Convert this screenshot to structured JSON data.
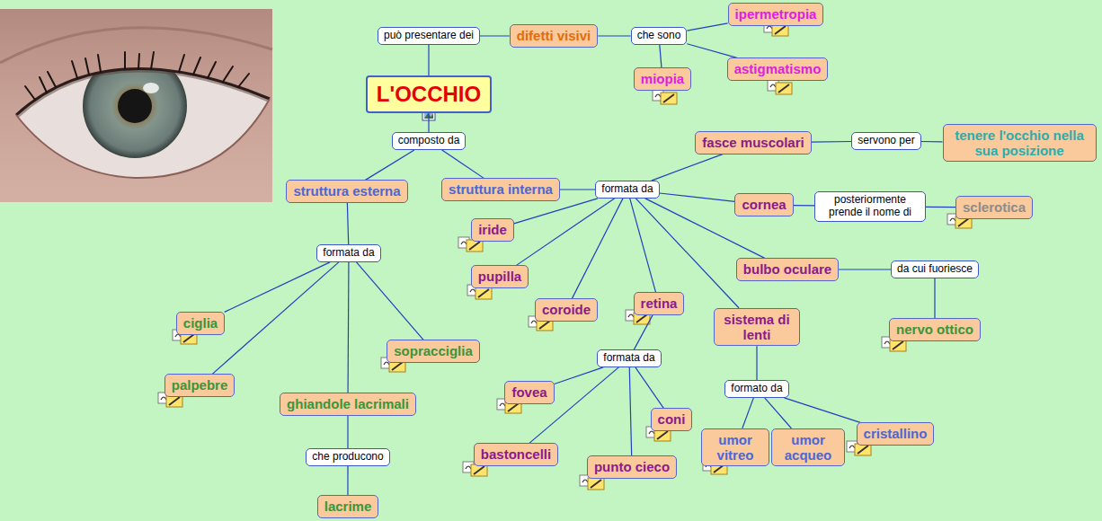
{
  "diagram": {
    "nodes": [
      {
        "text": [
          "L'OCCHIO"
        ]
      },
      {
        "text": [
          "può presentare dei"
        ]
      },
      {
        "text": [
          "difetti visivi"
        ]
      },
      {
        "text": [
          "che sono"
        ]
      },
      {
        "text": [
          "ipermetropia"
        ]
      },
      {
        "text": [
          "miopia"
        ]
      },
      {
        "text": [
          "astigmatismo"
        ]
      },
      {
        "text": [
          "composto da"
        ]
      },
      {
        "text": [
          "struttura esterna"
        ]
      },
      {
        "text": [
          "struttura interna"
        ]
      },
      {
        "text": [
          "formata da"
        ]
      },
      {
        "text": [
          "fasce muscolari"
        ]
      },
      {
        "text": [
          "servono per"
        ]
      },
      {
        "text": [
          "tenere l'occhio nella sua posizione"
        ]
      },
      {
        "text": [
          "cornea"
        ]
      },
      {
        "text": [
          "posteriormente prende il nome di"
        ]
      },
      {
        "text": [
          "sclerotica"
        ]
      },
      {
        "text": [
          "iride"
        ]
      },
      {
        "text": [
          "pupilla"
        ]
      },
      {
        "text": [
          "coroide"
        ]
      },
      {
        "text": [
          "retina"
        ]
      },
      {
        "text": [
          "bulbo oculare"
        ]
      },
      {
        "text": [
          "da cui fuoriesce"
        ]
      },
      {
        "text": [
          "nervo ottico"
        ]
      },
      {
        "text": [
          "sistema di lenti"
        ]
      },
      {
        "text": [
          "formata da"
        ]
      },
      {
        "text": [
          "ciglia"
        ]
      },
      {
        "text": [
          "palpebre"
        ]
      },
      {
        "text": [
          "sopracciglia"
        ]
      },
      {
        "text": [
          "ghiandole lacrimali"
        ]
      },
      {
        "text": [
          "che producono"
        ]
      },
      {
        "text": [
          "lacrime"
        ]
      },
      {
        "text": [
          "formata da"
        ]
      },
      {
        "text": [
          "fovea"
        ]
      },
      {
        "text": [
          "coni"
        ]
      },
      {
        "text": [
          "bastoncelli"
        ]
      },
      {
        "text": [
          "punto cieco"
        ]
      },
      {
        "text": [
          "formato da"
        ]
      },
      {
        "text": [
          "umor vitreo"
        ]
      },
      {
        "text": [
          "umor acqueo"
        ]
      },
      {
        "text": [
          "cristallino"
        ]
      }
    ],
    "edges": [
      {
        "from": 0,
        "to": 1,
        "arrow": "none"
      },
      {
        "from": 1,
        "to": 2,
        "arrow": "none"
      },
      {
        "from": 2,
        "to": 3,
        "arrow": "none"
      },
      {
        "from": 3,
        "to": 4,
        "arrow": "none"
      },
      {
        "from": 3,
        "to": 5,
        "arrow": "none"
      },
      {
        "from": 3,
        "to": 6,
        "arrow": "none"
      },
      {
        "from": 0,
        "to": 7,
        "arrow": "none"
      },
      {
        "from": 7,
        "to": 8,
        "arrow": "none"
      },
      {
        "from": 7,
        "to": 9,
        "arrow": "none"
      },
      {
        "from": 9,
        "to": 10,
        "arrow": "none"
      },
      {
        "from": 10,
        "to": 11,
        "arrow": "none"
      },
      {
        "from": 11,
        "to": 12,
        "arrow": "none"
      },
      {
        "from": 12,
        "to": 13,
        "arrow": "none"
      },
      {
        "from": 10,
        "to": 14,
        "arrow": "none"
      },
      {
        "from": 14,
        "to": 15,
        "arrow": "none"
      },
      {
        "from": 15,
        "to": 16,
        "arrow": "none"
      },
      {
        "from": 10,
        "to": 17,
        "arrow": "none"
      },
      {
        "from": 10,
        "to": 18,
        "arrow": "none"
      },
      {
        "from": 10,
        "to": 19,
        "arrow": "none"
      },
      {
        "from": 10,
        "to": 20,
        "arrow": "none"
      },
      {
        "from": 10,
        "to": 21,
        "arrow": "none"
      },
      {
        "from": 21,
        "to": 22,
        "arrow": "none"
      },
      {
        "from": 22,
        "to": 23,
        "arrow": "none"
      },
      {
        "from": 10,
        "to": 24,
        "arrow": "none"
      },
      {
        "from": 8,
        "to": 25,
        "arrow": "none"
      },
      {
        "from": 25,
        "to": 26,
        "arrow": "none"
      },
      {
        "from": 25,
        "to": 27,
        "arrow": "none"
      },
      {
        "from": 25,
        "to": 28,
        "arrow": "none"
      },
      {
        "from": 25,
        "to": 29,
        "arrow": "none"
      },
      {
        "from": 29,
        "to": 30,
        "arrow": "none"
      },
      {
        "from": 30,
        "to": 31,
        "arrow": "none"
      },
      {
        "from": 20,
        "to": 32,
        "arrow": "none"
      },
      {
        "from": 32,
        "to": 33,
        "arrow": "none"
      },
      {
        "from": 32,
        "to": 34,
        "arrow": "none"
      },
      {
        "from": 32,
        "to": 35,
        "arrow": "none"
      },
      {
        "from": 32,
        "to": 36,
        "arrow": "none"
      },
      {
        "from": 24,
        "to": 37,
        "arrow": "none"
      },
      {
        "from": 37,
        "to": 38,
        "arrow": "none"
      },
      {
        "from": 37,
        "to": 39,
        "arrow": "none"
      },
      {
        "from": 37,
        "to": 40,
        "arrow": "none"
      }
    ]
  }
}
